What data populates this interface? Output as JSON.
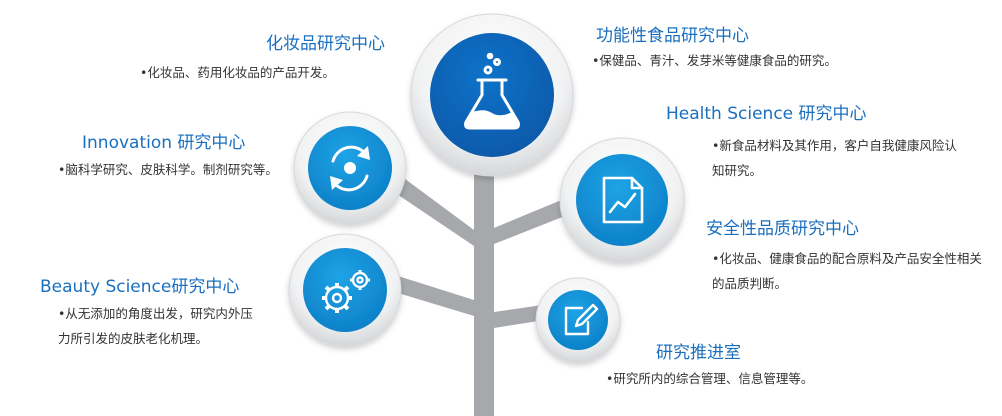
{
  "colors": {
    "title_blue": "#1a6fbf",
    "node_blue": "#1296db",
    "node_blue_dark": "#0b62b8",
    "trunk_gray": "#a6a8ab",
    "ring_gray": "#dcdde0",
    "text_dark": "#333333"
  },
  "center": {
    "icon": "flask-icon"
  },
  "nodes": [
    {
      "id": "cosmetics",
      "icon": "flask-icon",
      "title": "化妆品研究中心",
      "desc": "•化妆品、药用化妆品的产品开发。"
    },
    {
      "id": "functional-food",
      "title": "功能性食品研究中心",
      "desc": "•保健品、青汁、发芽米等健康食品的研究。"
    },
    {
      "id": "innovation",
      "icon": "refresh-icon",
      "title": "Innovation 研究中心",
      "desc": "•脑科学研究、皮肤科学。制剂研究等。"
    },
    {
      "id": "health-science",
      "icon": "report-chart-icon",
      "title": "Health Science 研究中心",
      "desc": "•新食品材料及其作用，客户自我健康风险认知研究。"
    },
    {
      "id": "beauty-science",
      "icon": "gears-icon",
      "title": "Beauty Science研究中心",
      "desc": "•从无添加的角度出发，研究内外压力所引发的皮肤老化机理。"
    },
    {
      "id": "safety-quality",
      "title": "安全性品质研究中心",
      "desc": "•化妆品、健康食品的配合原料及产品安全性相关的品质判断。"
    },
    {
      "id": "promotion-office",
      "icon": "edit-document-icon",
      "title": "研究推进室",
      "desc": "•研究所内的综合管理、信息管理等。"
    }
  ]
}
